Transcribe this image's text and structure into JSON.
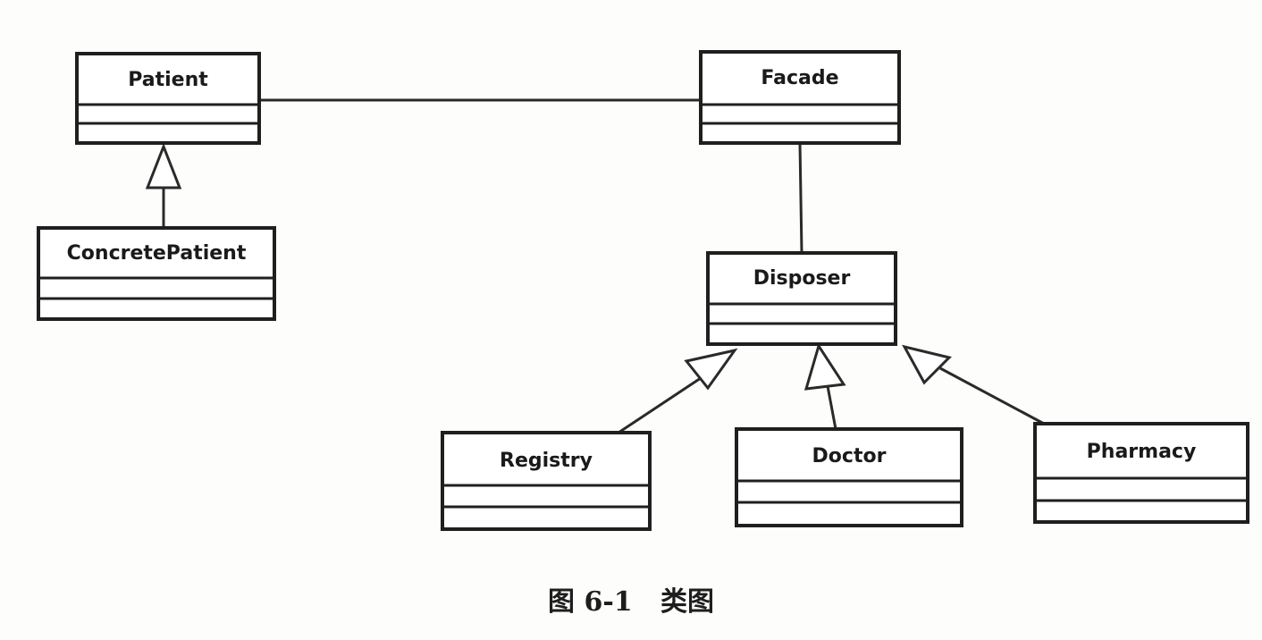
{
  "classes": {
    "patient": "Patient",
    "concrete_patient": "ConcretePatient",
    "facade": "Facade",
    "disposer": "Disposer",
    "registry": "Registry",
    "doctor": "Doctor",
    "pharmacy": "Pharmacy"
  },
  "caption": "图 6-1   类图"
}
